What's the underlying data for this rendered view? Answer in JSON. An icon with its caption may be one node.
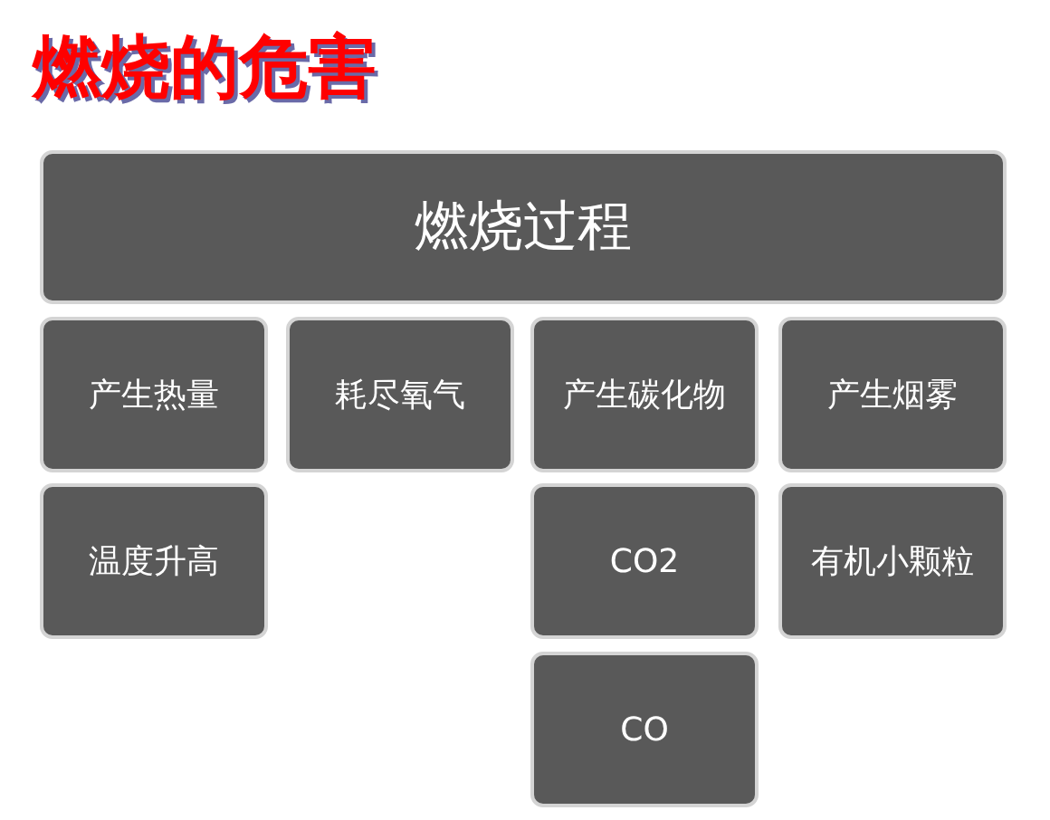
{
  "diagram": {
    "title": "燃烧的危害",
    "nodes": [
      {
        "text": [
          "燃烧过程"
        ]
      },
      {
        "text": [
          "产生热量"
        ]
      },
      {
        "text": [
          "耗尽氧气"
        ]
      },
      {
        "text": [
          "产生碳化物"
        ]
      },
      {
        "text": [
          "产生烟雾"
        ]
      },
      {
        "text": [
          "温度升高"
        ]
      },
      {
        "text": [
          "CO2"
        ]
      },
      {
        "text": [
          "有机小颗粒"
        ]
      },
      {
        "text": [
          "CO"
        ]
      }
    ]
  }
}
